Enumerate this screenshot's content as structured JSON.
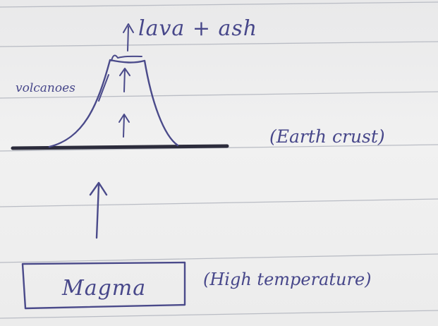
{
  "labels": {
    "lava_ash": "lava + ash",
    "volcanoes": "volcanoes",
    "earth_crust": "(Earth crust)",
    "magma": "Magma",
    "high_temperature": "(High temperature)"
  }
}
